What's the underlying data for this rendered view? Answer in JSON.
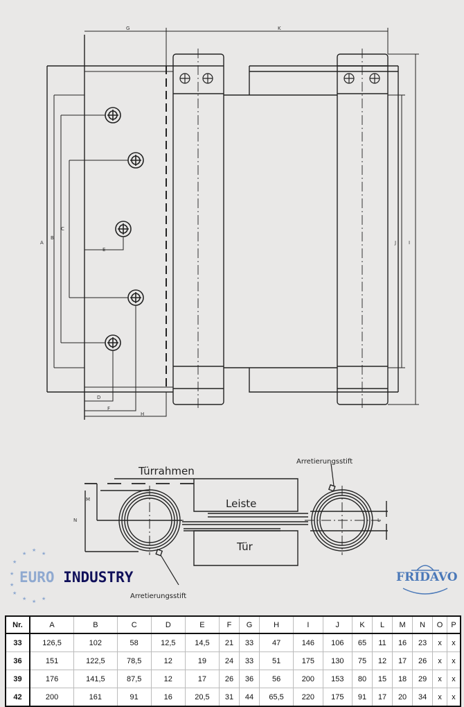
{
  "drawing": {
    "dimension_letters": [
      "A",
      "B",
      "C",
      "D",
      "E",
      "F",
      "G",
      "H",
      "I",
      "J",
      "K",
      "L",
      "M",
      "N"
    ],
    "section_labels": {
      "frame": "Türrahmen",
      "strip": "Leiste",
      "door": "Tür",
      "pin_top": "Arretierungsstift",
      "pin_bottom": "Arretierungsstift"
    }
  },
  "logos": {
    "left": {
      "part1": "EURO",
      "part2": " INDUSTRY"
    },
    "right": "FRIDAVO"
  },
  "table": {
    "headers": [
      "Nr.",
      "A",
      "B",
      "C",
      "D",
      "E",
      "F",
      "G",
      "H",
      "I",
      "J",
      "K",
      "L",
      "M",
      "N",
      "O",
      "P"
    ],
    "rows": [
      [
        "33",
        "126,5",
        "102",
        "58",
        "12,5",
        "14,5",
        "21",
        "33",
        "47",
        "146",
        "106",
        "65",
        "11",
        "16",
        "23",
        "x",
        "x"
      ],
      [
        "36",
        "151",
        "122,5",
        "78,5",
        "12",
        "19",
        "24",
        "33",
        "51",
        "175",
        "130",
        "75",
        "12",
        "17",
        "26",
        "x",
        "x"
      ],
      [
        "39",
        "176",
        "141,5",
        "87,5",
        "12",
        "17",
        "26",
        "36",
        "56",
        "200",
        "153",
        "80",
        "15",
        "18",
        "29",
        "x",
        "x"
      ],
      [
        "42",
        "200",
        "161",
        "91",
        "16",
        "20,5",
        "31",
        "44",
        "65,5",
        "220",
        "175",
        "91",
        "17",
        "20",
        "34",
        "x",
        "x"
      ]
    ]
  }
}
